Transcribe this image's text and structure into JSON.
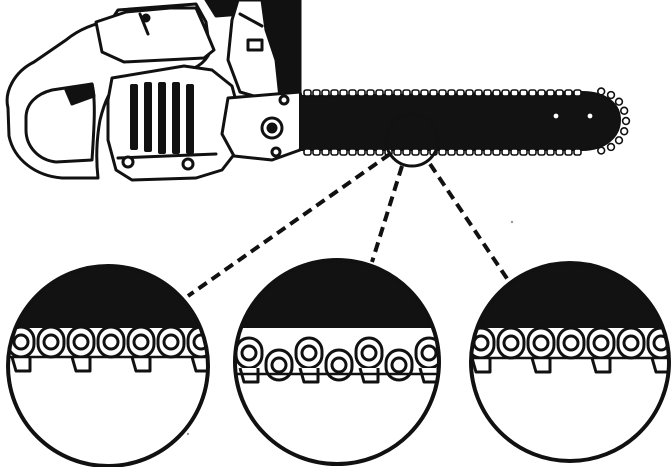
{
  "colors": {
    "ink": "#111111",
    "paper": "#ffffff",
    "bar": "#121212",
    "grey": "#9a9a9a"
  },
  "icons": {
    "saw": "chainsaw-icon",
    "detail": "chain-detail-icon"
  },
  "detail_views": [
    {
      "id": "left"
    },
    {
      "id": "middle"
    },
    {
      "id": "right"
    }
  ]
}
